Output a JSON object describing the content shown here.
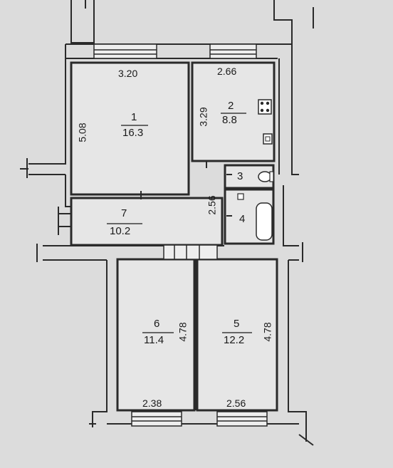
{
  "colors": {
    "background": "#dcdcdc",
    "floor": "#e6e6e6",
    "wall": "#2a2a2a",
    "ink": "#1a1a1a"
  },
  "rooms": [
    {
      "number": "1",
      "area": "16.3",
      "width_label": "3.20",
      "height_label": "5.08"
    },
    {
      "number": "2",
      "area": "8.8",
      "width_label": "2.66",
      "height_label": "3.29"
    },
    {
      "number": "3"
    },
    {
      "number": "4"
    },
    {
      "number": "5",
      "area": "12.2",
      "width_label": "2.56",
      "height_label": "4.78"
    },
    {
      "number": "6",
      "area": "11.4",
      "width_label": "2.38",
      "height_label": "4.78"
    },
    {
      "number": "7",
      "area": "10.2",
      "height_label": "2.56"
    }
  ],
  "icons": [
    "stove-icon",
    "sink-icon",
    "toilet-icon",
    "bathtub-icon",
    "window-icon",
    "door-icon"
  ]
}
